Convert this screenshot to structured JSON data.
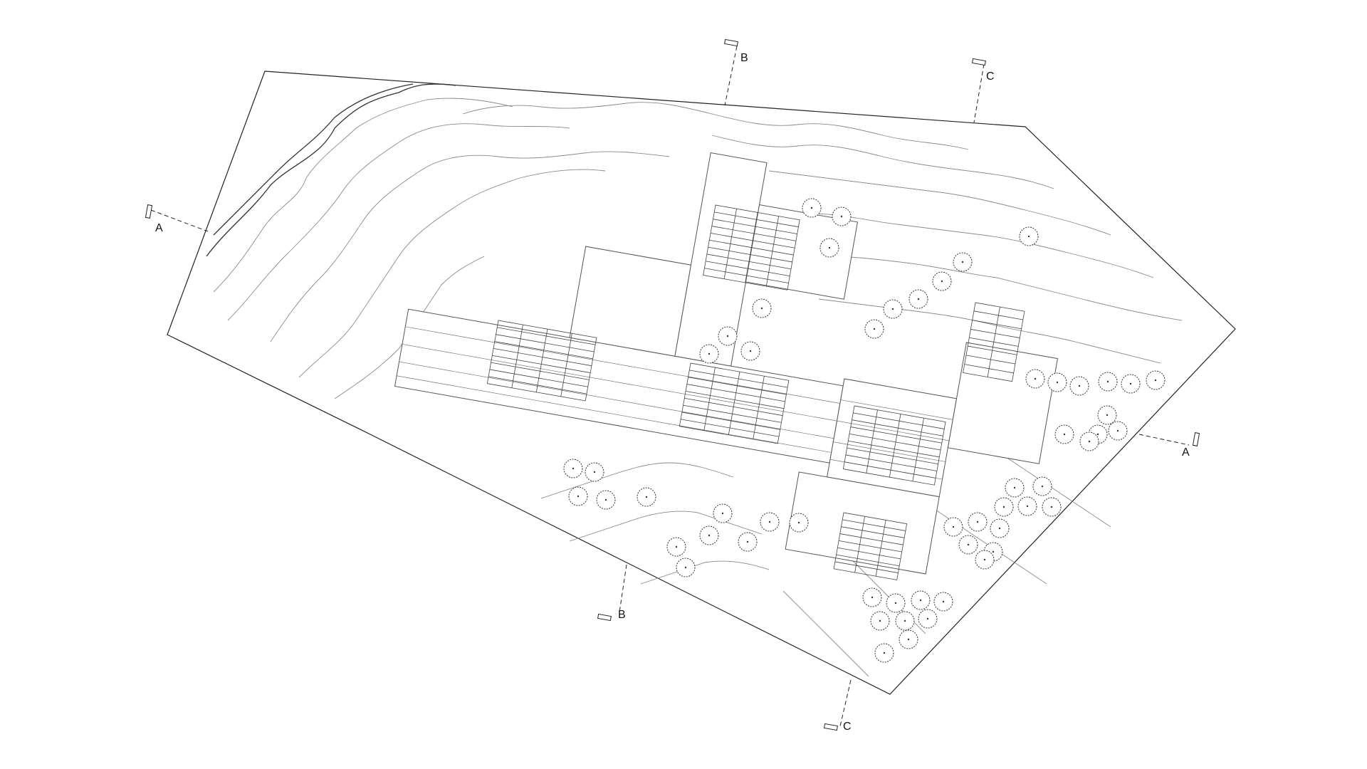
{
  "section_markers": [
    {
      "id": "A-west",
      "label": "A"
    },
    {
      "id": "A-east",
      "label": "A"
    },
    {
      "id": "B-north",
      "label": "B"
    },
    {
      "id": "B-south",
      "label": "B"
    },
    {
      "id": "C-north",
      "label": "C"
    },
    {
      "id": "C-south",
      "label": "C"
    }
  ],
  "colors": {
    "background": "#ffffff",
    "linework": "#444444",
    "contour": "#8a8a8a"
  }
}
